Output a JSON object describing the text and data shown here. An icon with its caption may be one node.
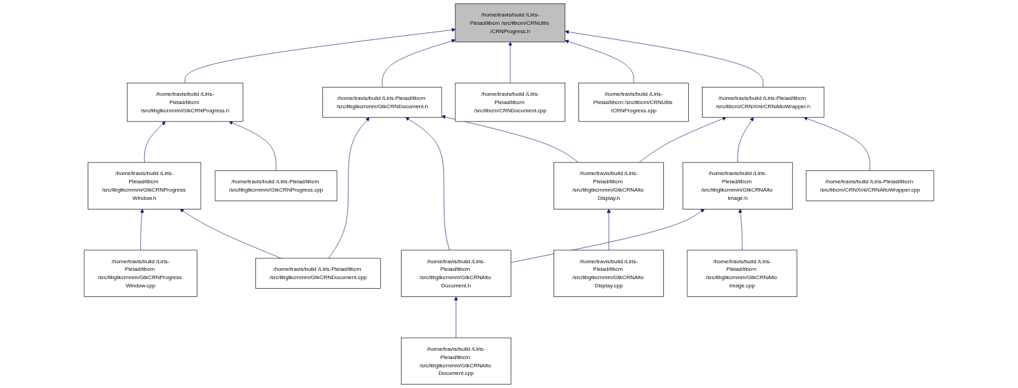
{
  "diagram": {
    "nodes": [
      {
        "text": [
          "/home/travis/build /Liris-Pleiad/libcrn /src/libcrn/CRNUtils /CRNProgress.h"
        ]
      },
      {
        "text": [
          "/home/travis/build /Liris-Pleiad/libcrn /src/libgtkcrnmm/GtkCRNProgress.h"
        ]
      },
      {
        "text": [
          "/home/travis/build /Liris-Pleiad/libcrn /src/libgtkcrnmm/GtkCRNDocument.h"
        ]
      },
      {
        "text": [
          "/home/travis/build /Liris-Pleiad/libcrn /src/libcrn/CRNDocument.cpp"
        ]
      },
      {
        "text": [
          "/home/travis/build /Liris-Pleiad/libcrn /src/libcrn/CRNUtils /CRNProgress.cpp"
        ]
      },
      {
        "text": [
          "/home/travis/build /Liris-Pleiad/libcrn /src/libcrn/CRNXml/CRNAltoWrapper.h"
        ]
      },
      {
        "text": [
          "/home/travis/build /Liris-Pleiad/libcrn /src/libgtkcrnmm/GtkCRNProgress Window.h"
        ]
      },
      {
        "text": [
          "/home/travis/build /Liris-Pleiad/libcrn /src/libgtkcrnmm/GtkCRNProgress.cpp"
        ]
      },
      {
        "text": [
          "/home/travis/build /Liris-Pleiad/libcrn /src/libgtkcrnmm/GtkCRNAlto Display.h"
        ]
      },
      {
        "text": [
          "/home/travis/build /Liris-Pleiad/libcrn /src/libgtkcrnmm/GtkCRNAlto Image.h"
        ]
      },
      {
        "text": [
          "/home/travis/build /Liris-Pleiad/libcrn /src/libcrn/CRNXml/CRNAltoWrapper.cpp"
        ]
      },
      {
        "text": [
          "/home/travis/build /Liris-Pleiad/libcrn /src/libgtkcrnmm/GtkCRNProgress Window.cpp"
        ]
      },
      {
        "text": [
          "/home/travis/build /Liris-Pleiad/libcrn /src/libgtkcrnmm/GtkCRNDocument.cpp"
        ]
      },
      {
        "text": [
          "/home/travis/build /Liris-Pleiad/libcrn /src/libgtkcrnmm/GtkCRNAlto Document.h"
        ]
      },
      {
        "text": [
          "/home/travis/build /Liris-Pleiad/libcrn /src/libgtkcrnmm/GtkCRNAlto Display.cpp"
        ]
      },
      {
        "text": [
          "/home/travis/build /Liris-Pleiad/libcrn /src/libgtkcrnmm/GtkCRNAlto Image.cpp"
        ]
      },
      {
        "text": [
          "/home/travis/build /Liris-Pleiad/libcrn /src/libgtkcrnmm/GtkCRNAlto Document.cpp"
        ]
      }
    ],
    "edges": [
      {
        "from": 1,
        "to": 0,
        "arrow": "to"
      },
      {
        "from": 2,
        "to": 0,
        "arrow": "to"
      },
      {
        "from": 3,
        "to": 0,
        "arrow": "to"
      },
      {
        "from": 4,
        "to": 0,
        "arrow": "to"
      },
      {
        "from": 5,
        "to": 0,
        "arrow": "to"
      },
      {
        "from": 6,
        "to": 1,
        "arrow": "to"
      },
      {
        "from": 7,
        "to": 1,
        "arrow": "to"
      },
      {
        "from": 12,
        "to": 2,
        "arrow": "to"
      },
      {
        "from": 13,
        "to": 2,
        "arrow": "to"
      },
      {
        "from": 8,
        "to": 2,
        "arrow": "to"
      },
      {
        "from": 8,
        "to": 5,
        "arrow": "to"
      },
      {
        "from": 9,
        "to": 5,
        "arrow": "to"
      },
      {
        "from": 10,
        "to": 5,
        "arrow": "to"
      },
      {
        "from": 11,
        "to": 6,
        "arrow": "to"
      },
      {
        "from": 12,
        "to": 6,
        "arrow": "to"
      },
      {
        "from": 13,
        "to": 9,
        "arrow": "to"
      },
      {
        "from": 15,
        "to": 9,
        "arrow": "to"
      },
      {
        "from": 14,
        "to": 8,
        "arrow": "to"
      },
      {
        "from": 16,
        "to": 13,
        "arrow": "to"
      }
    ]
  }
}
